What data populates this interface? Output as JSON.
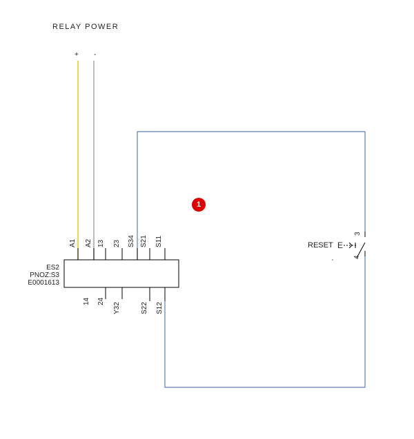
{
  "title": "RELAY POWER",
  "polarity": {
    "plus": "+",
    "minus": "-"
  },
  "device": {
    "tag": "ES2",
    "model": "PNOZ:S3",
    "part": "E0001613"
  },
  "top_terminals": [
    "A1",
    "A2",
    "13",
    "23",
    "S34",
    "S21",
    "S11"
  ],
  "bottom_terminals": [
    "14",
    "24",
    "Y32",
    "S22",
    "S12"
  ],
  "reset": {
    "label": "RESET",
    "symbol": "E",
    "pin_top": "3",
    "pin_bottom": "4"
  },
  "marker": "1",
  "colors": {
    "wire_plus": "#e6c800",
    "wire_minus": "#9e9e9e",
    "wire_loop": "#5a7fb5",
    "marker": "#e00000"
  }
}
